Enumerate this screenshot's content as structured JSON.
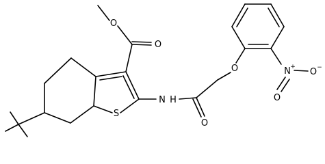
{
  "molecule": {
    "atoms": [
      {
        "id": "O_methoxy",
        "symbol": "O"
      },
      {
        "id": "O_ester_carbonyl",
        "symbol": "O"
      },
      {
        "id": "N_amide",
        "symbol": "N",
        "suffix": "H"
      },
      {
        "id": "O_amide_carbonyl",
        "symbol": "O"
      },
      {
        "id": "O_ether",
        "symbol": "O"
      },
      {
        "id": "N_nitro",
        "symbol": "N",
        "charge": "+"
      },
      {
        "id": "O_nitro_minus",
        "symbol": "O",
        "charge": "−"
      },
      {
        "id": "O_nitro",
        "symbol": "O"
      },
      {
        "id": "S_thiophene",
        "symbol": "S"
      }
    ]
  }
}
